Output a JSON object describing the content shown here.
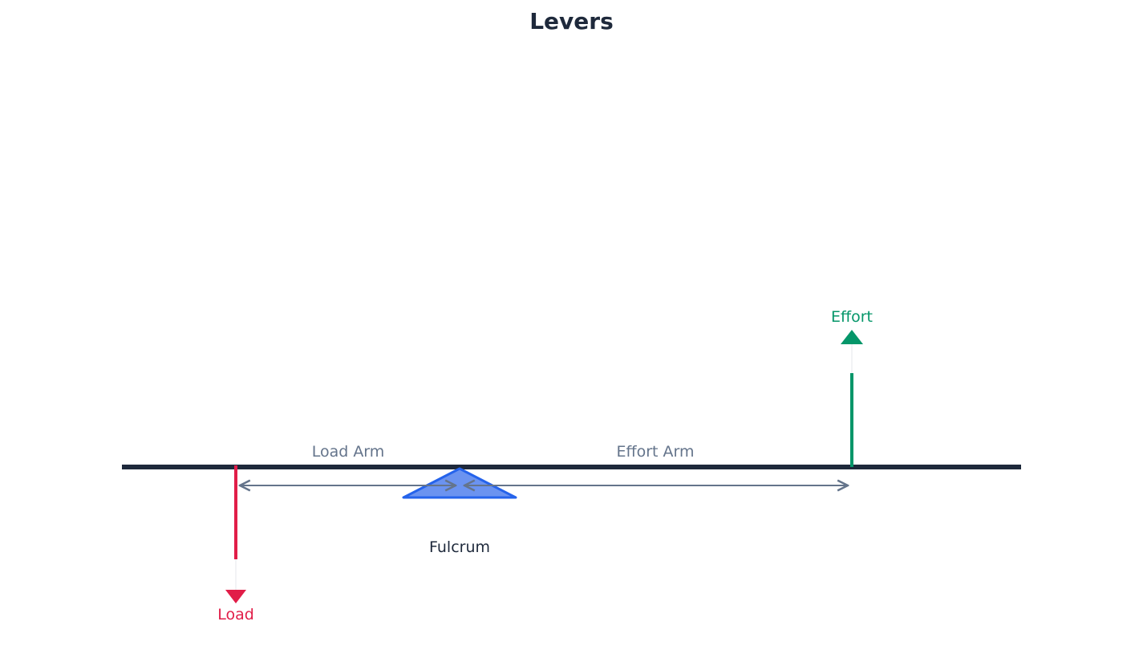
{
  "title": "Levers",
  "labels": {
    "load_arm": "Load Arm",
    "effort_arm": "Effort Arm",
    "fulcrum": "Fulcrum",
    "load": "Load",
    "effort": "Effort"
  },
  "colors": {
    "beam": "#1e293b",
    "load": "#e11d48",
    "effort": "#059669",
    "fulcrum_fill": "#6b93f0",
    "fulcrum_stroke": "#2563eb",
    "arm_arrow": "#64748b"
  }
}
